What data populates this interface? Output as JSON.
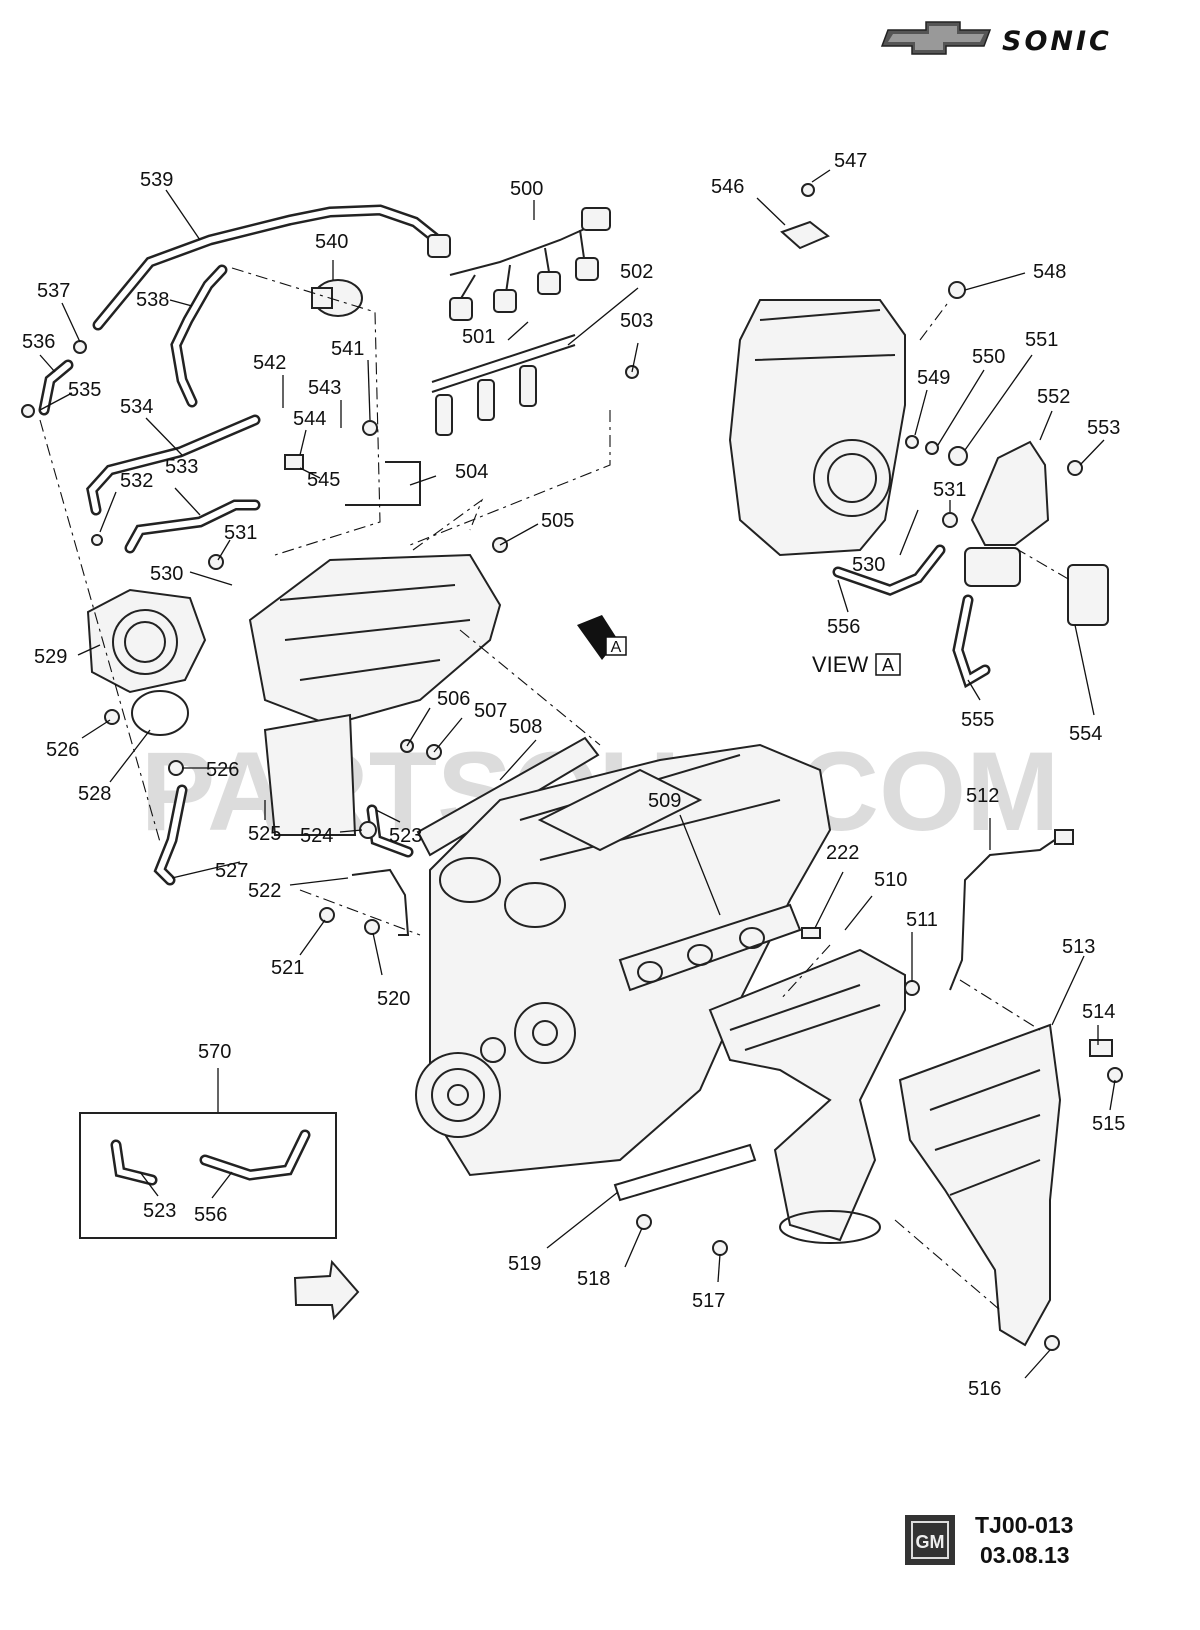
{
  "brand": {
    "model_name": "SONIC"
  },
  "watermark": "PARTSOUQ.COM",
  "view_label": {
    "text": "VIEW",
    "ref": "A"
  },
  "view_arrow_label": "A",
  "footer": {
    "logo": "GM",
    "code": "TJ00-013",
    "date": "03.08.13"
  },
  "callouts": [
    "500",
    "501",
    "502",
    "503",
    "504",
    "505",
    "506",
    "507",
    "508",
    "509",
    "510",
    "511",
    "512",
    "513",
    "514",
    "515",
    "516",
    "517",
    "518",
    "519",
    "520",
    "521",
    "522",
    "523",
    "524",
    "525",
    "526",
    "526",
    "527",
    "528",
    "529",
    "530",
    "531",
    "532",
    "533",
    "534",
    "535",
    "536",
    "537",
    "538",
    "539",
    "540",
    "541",
    "542",
    "543",
    "544",
    "545",
    "546",
    "547",
    "548",
    "549",
    "550",
    "551",
    "552",
    "553",
    "554",
    "555",
    "556",
    "530",
    "531",
    "222",
    "570",
    "523",
    "556"
  ]
}
